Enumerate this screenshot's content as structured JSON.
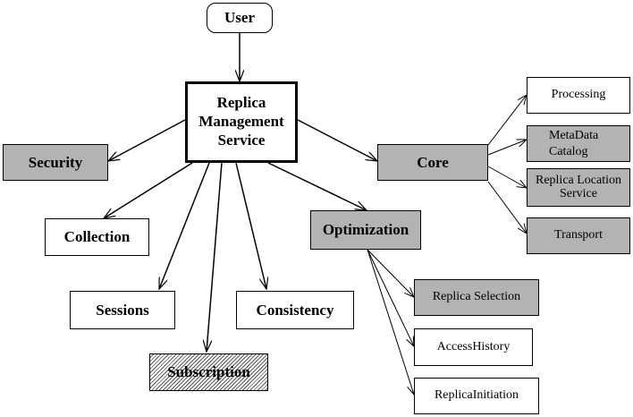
{
  "nodes": {
    "user": "User",
    "rms_line1": "Replica",
    "rms_line2": "Management",
    "rms_line3": "Service",
    "security": "Security",
    "collection": "Collection",
    "sessions": "Sessions",
    "subscription": "Subscription",
    "consistency": "Consistency",
    "optimization": "Optimization",
    "core": "Core",
    "processing": "Processing",
    "metadata_line1": "MetaData",
    "metadata_line2": "Catalog",
    "rls_line1": "Replica Location",
    "rls_line2": "Service",
    "transport": "Transport",
    "replica_selection": "Replica Selection",
    "access_history": "AccessHistory",
    "replica_initiation": "ReplicaInitiation"
  },
  "colors": {
    "gray_fill": "#b3b3b3",
    "line": "#000000",
    "background": "#ffffff"
  }
}
